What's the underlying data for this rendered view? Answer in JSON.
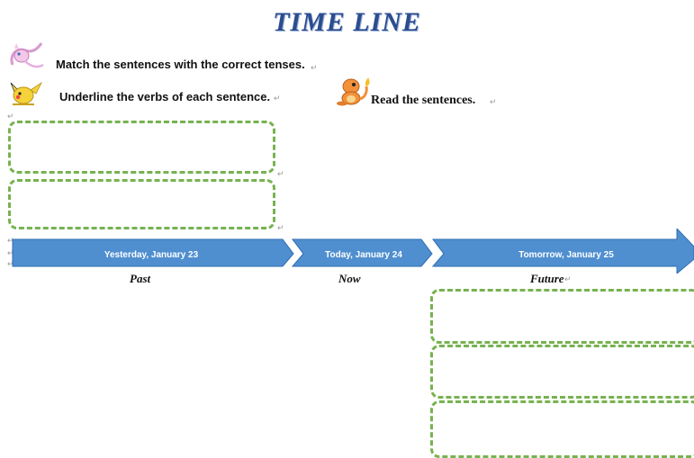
{
  "title": "TIME LINE",
  "instructions": {
    "match": "Match the sentences with the correct tenses.",
    "underline": "Underline the verbs of each sentence.",
    "read": "Read the sentences."
  },
  "timeline": {
    "arrows": [
      {
        "label": "Yesterday, January 23",
        "caption": "Past"
      },
      {
        "label": "Today, January 24",
        "caption": "Now"
      },
      {
        "label": "Tomorrow, January 25",
        "caption": "Future"
      }
    ],
    "arrow_color": "#4f8fd0",
    "arrow_border": "#2e6eb0"
  },
  "box_color": "#77b250",
  "icons": [
    "mew-sticker-icon",
    "pikachu-sticker-icon",
    "charmander-sticker-icon"
  ],
  "format_mark": "↵"
}
